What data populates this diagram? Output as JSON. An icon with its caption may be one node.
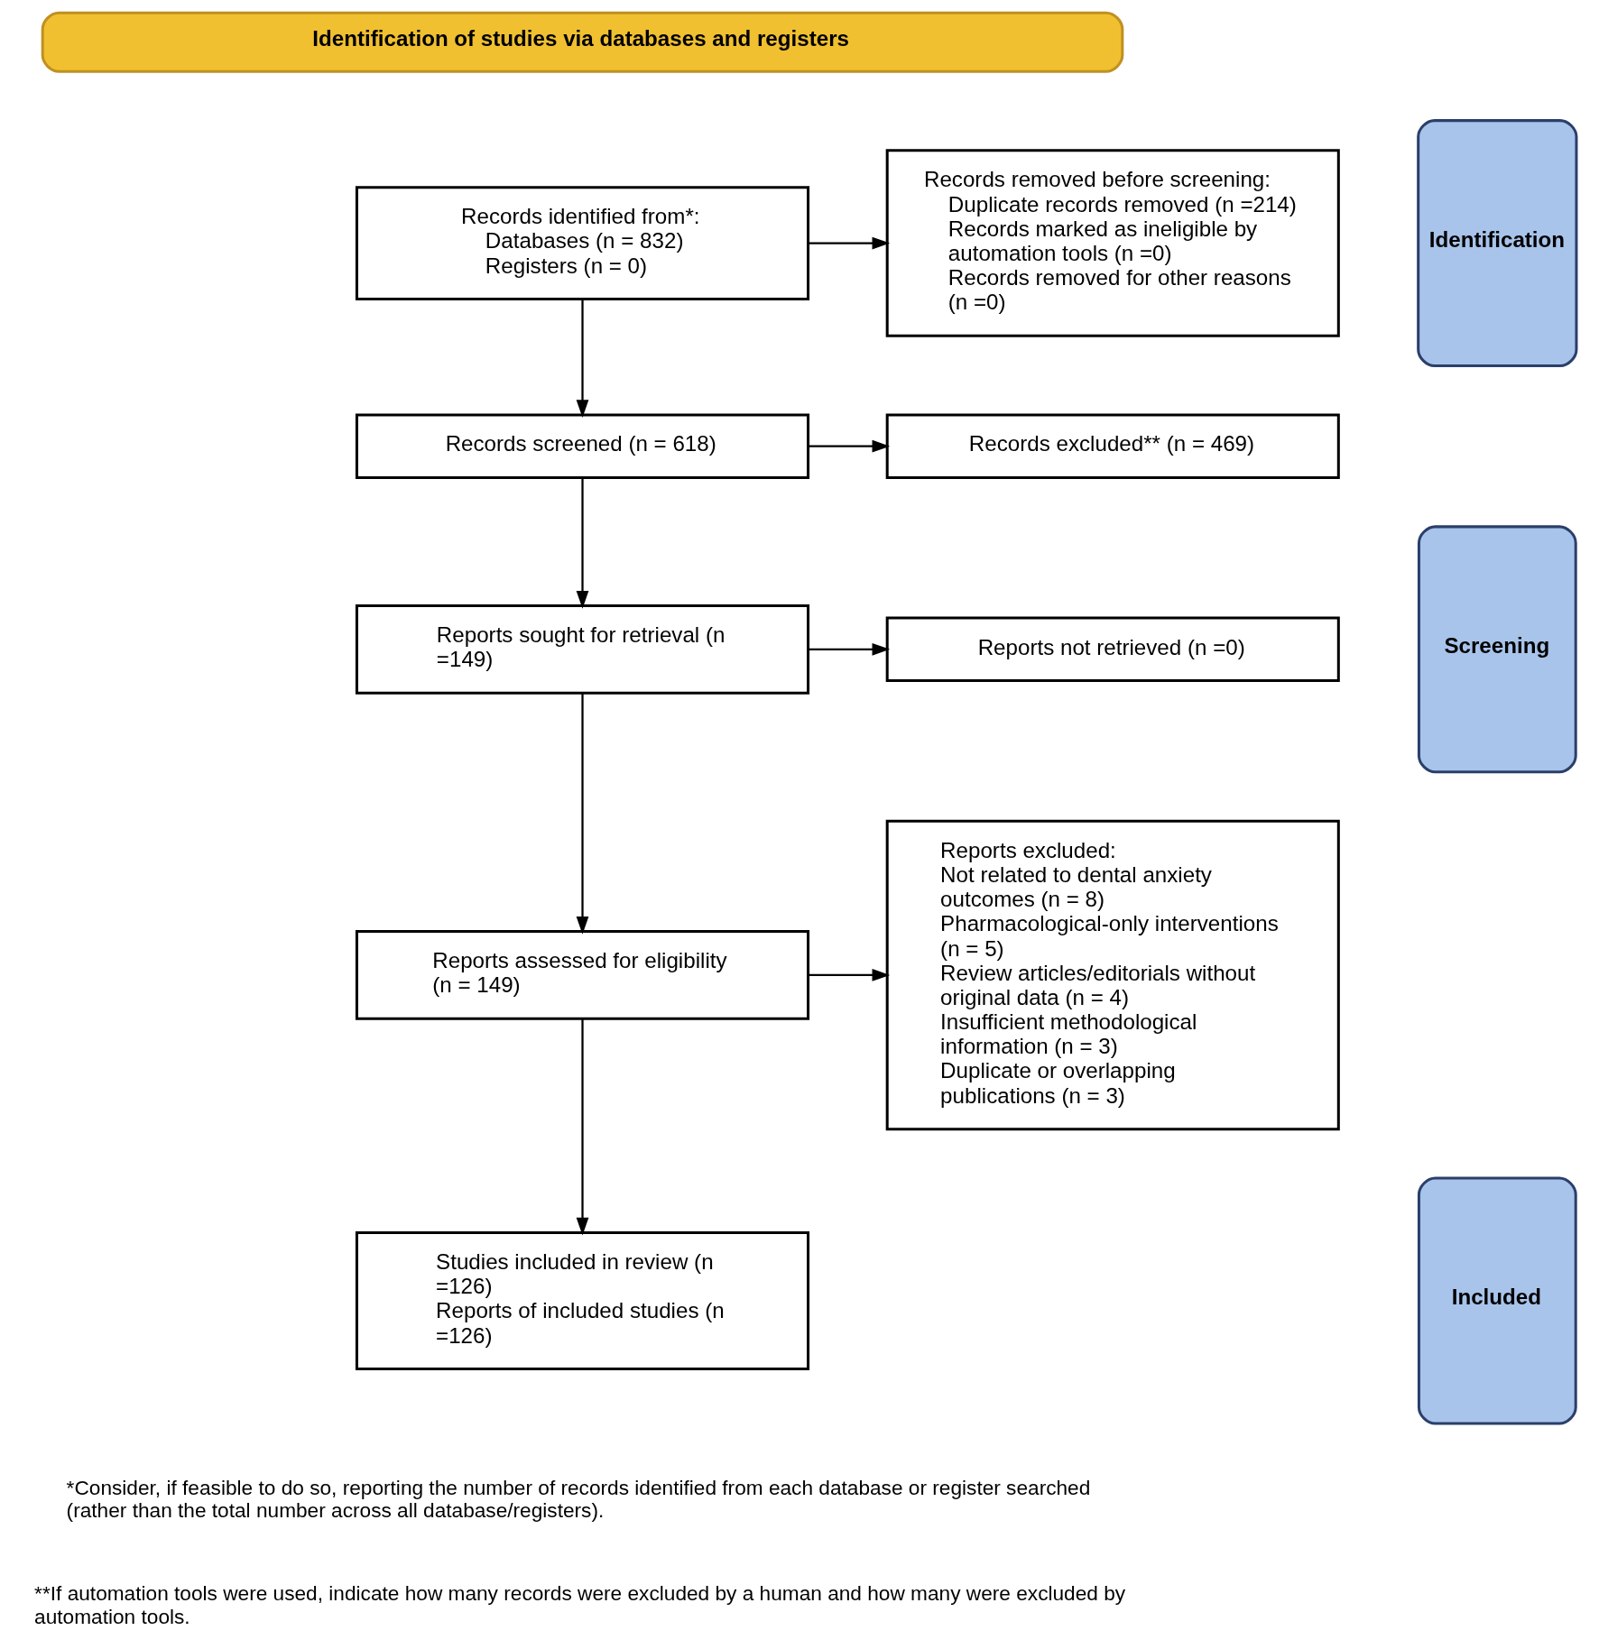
{
  "diagram": {
    "nodes": [
      {
        "text": [
          "Identification of studies via databases and registers"
        ]
      },
      {
        "text": [
          "Identification"
        ]
      },
      {
        "text": [
          "Screening"
        ]
      },
      {
        "text": [
          "Included"
        ]
      },
      {
        "text": [
          "Records identified from*:",
          "Databases (n = 832)",
          "Registers (n = 0)"
        ]
      },
      {
        "text": [
          "Records removed before screening:",
          "Duplicate records removed (n =214)",
          "Records marked as ineligible by automation tools (n =0)",
          "Records removed for other reasons (n =0)"
        ]
      },
      {
        "text": [
          "Records screened (n = 618)"
        ]
      },
      {
        "text": [
          "Records excluded** (n = 469)"
        ]
      },
      {
        "text": [
          "Reports sought for retrieval (n =149)"
        ]
      },
      {
        "text": [
          "Reports not retrieved (n =0)"
        ]
      },
      {
        "text": [
          "Reports assessed for eligibility (n = 149)"
        ]
      },
      {
        "text": [
          "Reports excluded:",
          "Not related to dental anxiety outcomes (n = 8)",
          "Pharmacological-only interventions (n = 5)",
          "Review articles/editorials without original data (n = 4)",
          "Insufficient methodological information (n = 3)",
          "Duplicate or overlapping publications (n = 3)"
        ]
      },
      {
        "text": [
          "Studies included in review (n =126)",
          "Reports of included studies (n =126)"
        ]
      }
    ],
    "edges": [
      {
        "from": 4,
        "to": 5,
        "arrow": "to"
      },
      {
        "from": 4,
        "to": 6,
        "arrow": "to"
      },
      {
        "from": 6,
        "to": 7,
        "arrow": "to"
      },
      {
        "from": 6,
        "to": 8,
        "arrow": "to"
      },
      {
        "from": 8,
        "to": 9,
        "arrow": "to"
      },
      {
        "from": 8,
        "to": 10,
        "arrow": "to"
      },
      {
        "from": 10,
        "to": 11,
        "arrow": "to"
      },
      {
        "from": 10,
        "to": 12,
        "arrow": "to"
      }
    ],
    "labels": [
      "*Consider, if feasible to do so, reporting the number of records identified from each database or register searched (rather than the total number across all database/registers).",
      "**If automation tools were used, indicate how many records were excluded by a human and how many were excluded by automation tools."
    ]
  }
}
